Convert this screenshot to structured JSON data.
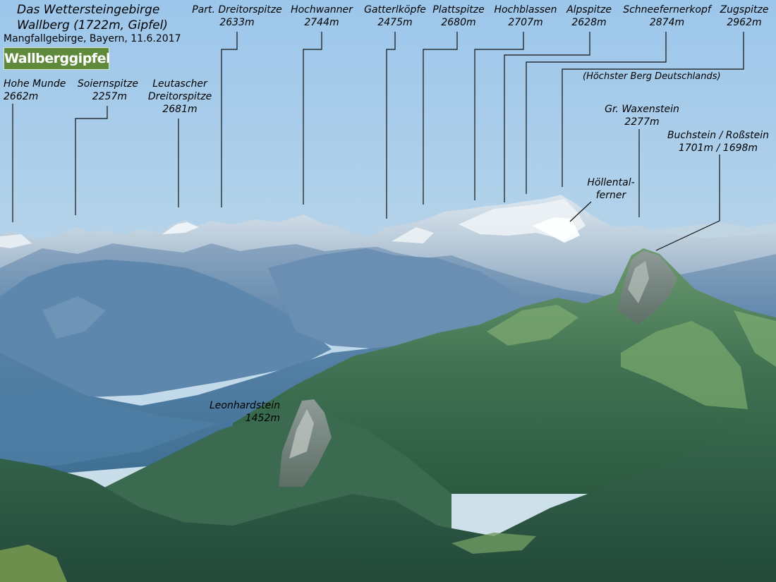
{
  "header": {
    "title": "Das Wettersteingebirge",
    "location": "Wallberg (1722m, Gipfel)",
    "region_date": "Mangfallgebirge, Bayern, 11.6.2017",
    "badge": "Wallberggipfel"
  },
  "peaks": {
    "dreitorspitze_part": {
      "name": "Part. Dreitorspitze",
      "height": "2633m"
    },
    "hochwanner": {
      "name": "Hochwanner",
      "height": "2744m"
    },
    "gatterlkoepfe": {
      "name": "Gatterlköpfe",
      "height": "2475m"
    },
    "plattspitze": {
      "name": "Plattspitze",
      "height": "2680m"
    },
    "hochblassen": {
      "name": "Hochblassen",
      "height": "2707m"
    },
    "alpspitze": {
      "name": "Alpspitze",
      "height": "2628m"
    },
    "schneefernerkopf": {
      "name": "Schneefernerkopf",
      "height": "2874m"
    },
    "zugspitze": {
      "name": "Zugspitze",
      "height": "2962m",
      "note": "(Höchster Berg Deutschlands)"
    },
    "hohe_munde": {
      "name": "Hohe Munde",
      "height": "2662m"
    },
    "soiernspitze": {
      "name": "Soiernspitze",
      "height": "2257m"
    },
    "leutascher": {
      "name_line1": "Leutascher",
      "name_line2": "Dreitorspitze",
      "height": "2681m"
    },
    "waxenstein": {
      "name": "Gr. Waxenstein",
      "height": "2277m"
    },
    "buchstein": {
      "name": "Buchstein / Roßstein",
      "height": "1701m / 1698m"
    },
    "hoellental": {
      "line1": "Höllental-",
      "line2": "ferner"
    },
    "leonhardstein": {
      "name": "Leonhardstein",
      "height": "1452m"
    }
  },
  "colors": {
    "sky_top": "#9cc6ea",
    "sky_bottom": "#cfe0ea",
    "badge_green": "#5f8a3c",
    "forest": "#2f5a3c",
    "meadow": "#6aa06a"
  }
}
